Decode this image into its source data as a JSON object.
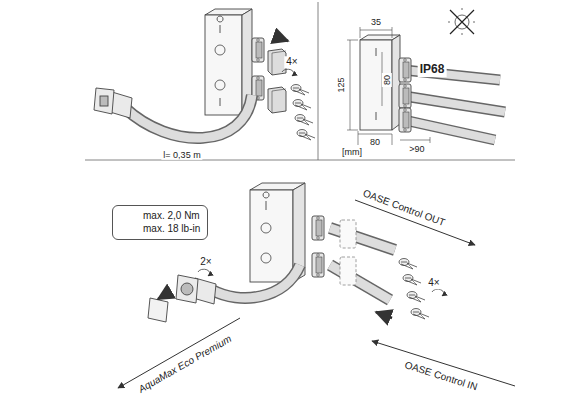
{
  "diagram": {
    "nodes": [
      {
        "text": [
          "max. 2,0 Nm",
          "max. 18 lb-in"
        ]
      }
    ],
    "labels": [
      "4×",
      "l= 0,35 m",
      "35",
      "IP68",
      "125",
      "80",
      "[mm]",
      "80",
      ">90",
      "2×",
      "4×",
      "OASE Control OUT",
      "OASE Control IN",
      "AquaMax Eco Premium"
    ]
  }
}
